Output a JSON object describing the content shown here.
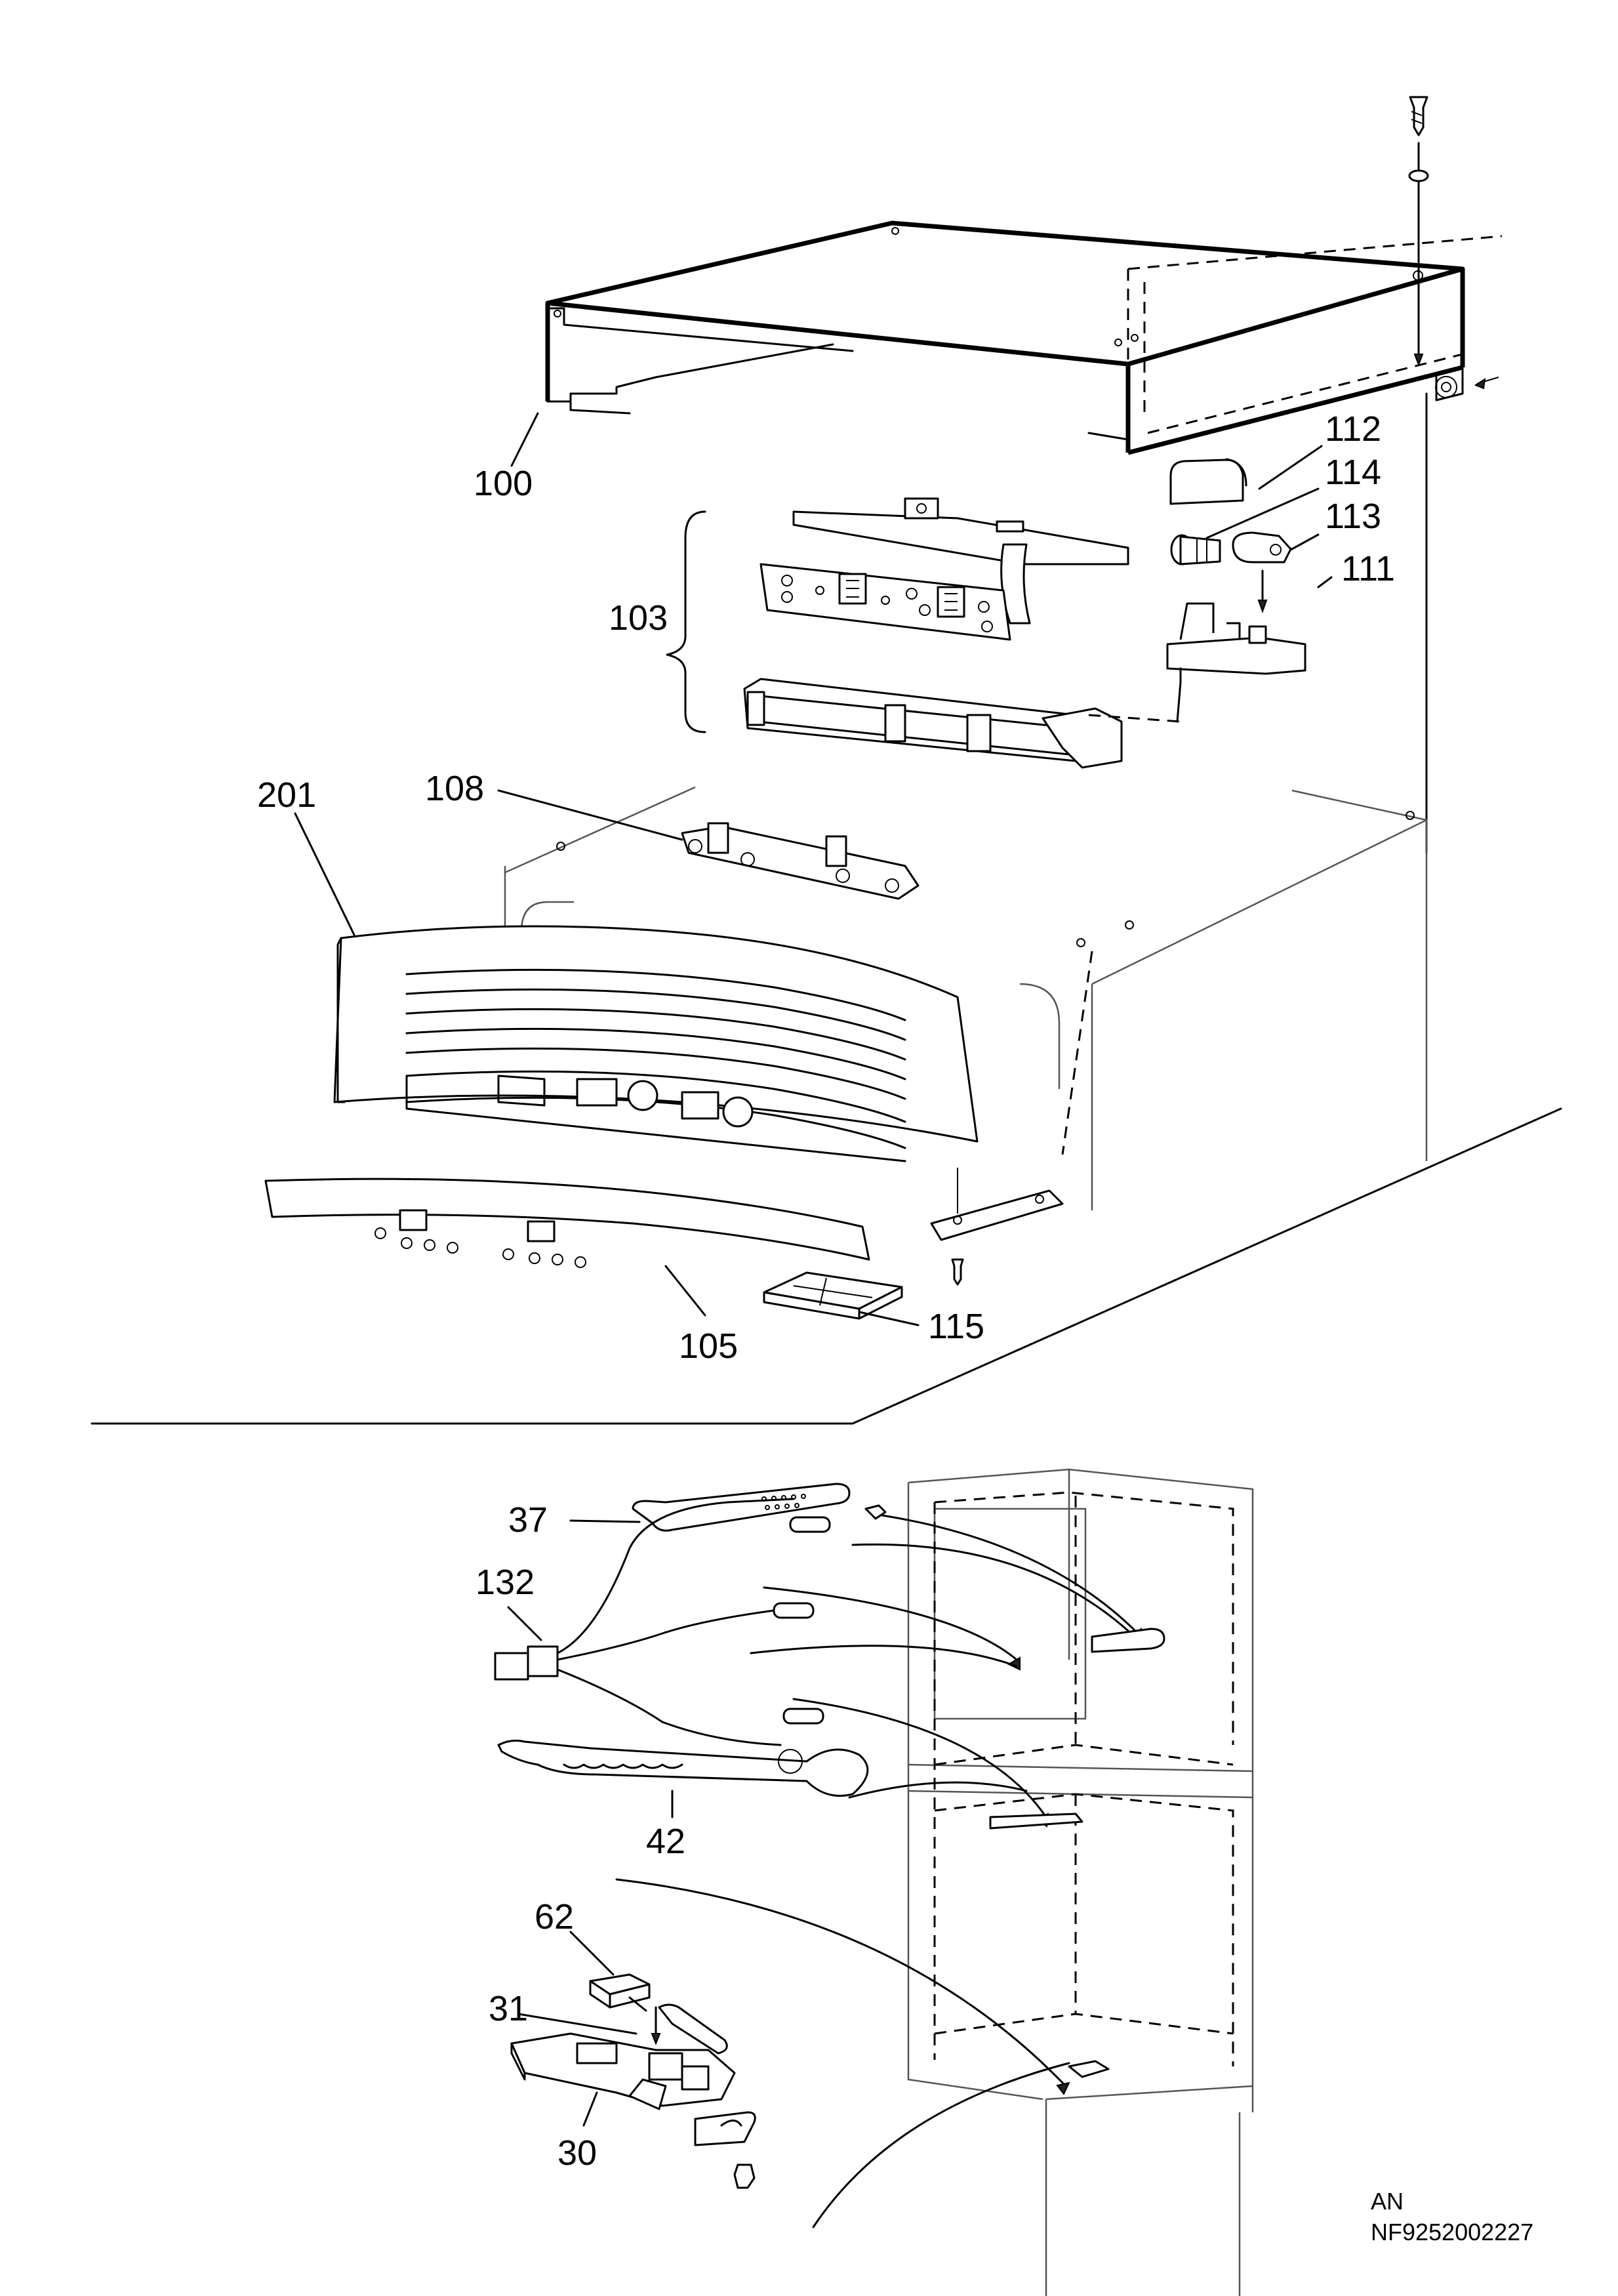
{
  "callouts": {
    "p100": "100",
    "p112": "112",
    "p114": "114",
    "p113": "113",
    "p111": "111",
    "p103": "103",
    "p108": "108",
    "p201": "201",
    "p105": "105",
    "p115": "115",
    "p37": "37",
    "p132": "132",
    "p42": "42",
    "p62": "62",
    "p31": "31",
    "p30": "30"
  },
  "footer": {
    "line1": "AN",
    "line2": "NF9252002227"
  }
}
